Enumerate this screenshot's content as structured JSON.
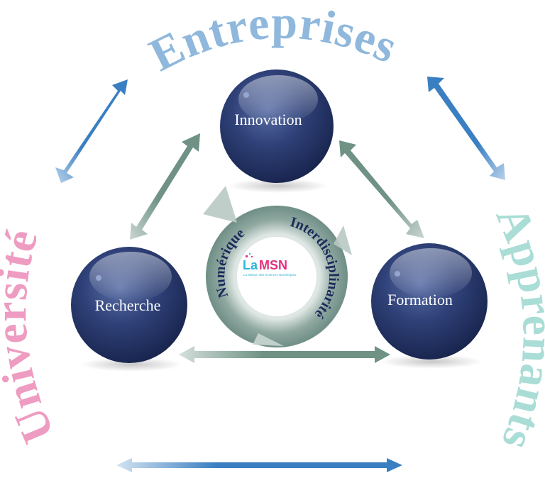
{
  "diagram": {
    "outer_labels": {
      "top": "Entreprises",
      "left": "Université",
      "right": "Apprenants"
    },
    "nodes": [
      {
        "id": "innovation",
        "label": "Innovation"
      },
      {
        "id": "recherche",
        "label": "Recherche"
      },
      {
        "id": "formation",
        "label": "Formation"
      }
    ],
    "cycle_labels": {
      "left": "Numérique",
      "right": "Interdisciplinarité"
    },
    "logo": {
      "prefix": "La",
      "name": "MSN",
      "subtitle": "La Maison des Sciences Numériques"
    },
    "colors": {
      "entreprises": "#8fb8dc",
      "universite": "#ee9cc1",
      "apprenants": "#a9ddd6",
      "outer_arrow": "#3a7fc1",
      "inner_arrow": "#6f9285",
      "sphere_dark": "#1c2a58",
      "sphere_mid": "#3a4c82",
      "cycle_text": "#1b2a5a",
      "logo_cyan": "#2bb5d9",
      "logo_magenta": "#e2307e"
    },
    "connections": [
      {
        "from": "Innovation",
        "to": "Recherche",
        "type": "bidirectional"
      },
      {
        "from": "Innovation",
        "to": "Formation",
        "type": "bidirectional"
      },
      {
        "from": "Recherche",
        "to": "Formation",
        "type": "bidirectional"
      },
      {
        "from": "Entreprises",
        "to": "Université",
        "type": "bidirectional"
      },
      {
        "from": "Entreprises",
        "to": "Apprenants",
        "type": "bidirectional"
      },
      {
        "from": "Université",
        "to": "Apprenants",
        "type": "bidirectional"
      }
    ]
  }
}
